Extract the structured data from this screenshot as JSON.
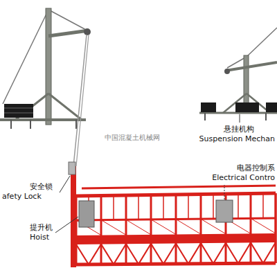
{
  "diagram": {
    "labels": [
      "悬挂机构",
      "Suspension Mechan",
      "中国混凝土机械网",
      "电器控制系",
      "Electrical Contro",
      "安全锁",
      "afety Lock",
      "提升机",
      "Hoist"
    ]
  }
}
